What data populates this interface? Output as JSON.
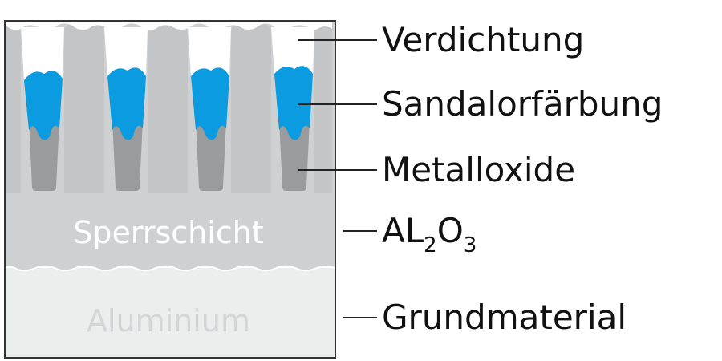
{
  "diagram": {
    "layers": {
      "barrier_label": "Sperrschicht",
      "base_label": "Aluminium"
    },
    "legend": [
      {
        "text": "Verdichtung"
      },
      {
        "text": "Sandalorfärbung"
      },
      {
        "text": "Metalloxide"
      },
      {
        "text_main": "AL",
        "sub1": "2",
        "mid": "O",
        "sub2": "3"
      },
      {
        "text": "Grundmaterial"
      }
    ],
    "colors": {
      "oxide_layer": "#cfd0d2",
      "pore_wall": "#c4c5c7",
      "sealing": "#ffffff",
      "dye": "#0a9be0",
      "metal_oxide": "#9a9b9d",
      "base_material": "#eceded",
      "outline": "#333333"
    }
  }
}
